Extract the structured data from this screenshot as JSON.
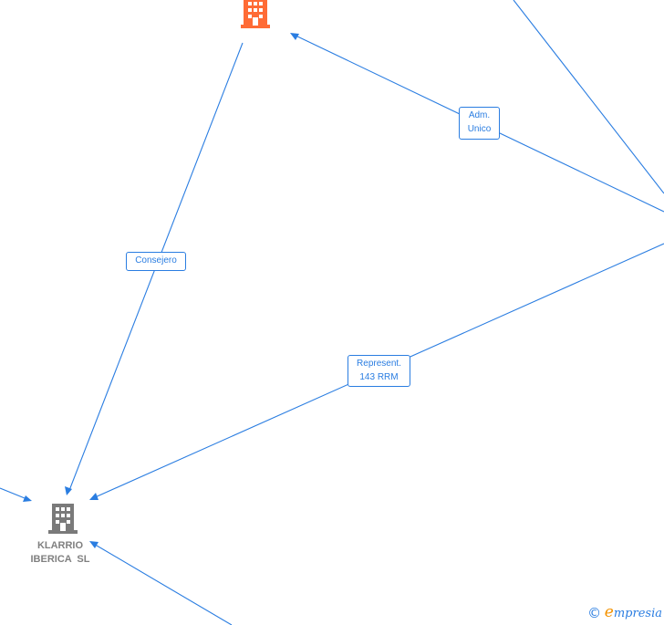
{
  "nodes": {
    "top_company": {
      "icon": "building-icon",
      "color": "#ff6b35",
      "label_lines": []
    },
    "klarrio": {
      "icon": "building-icon",
      "color": "#7a7a7a",
      "label_lines": [
        "KLARRIO",
        "IBERICA  SL"
      ]
    }
  },
  "edges": [
    {
      "label_lines": [
        "Consejero"
      ]
    },
    {
      "label_lines": [
        "Adm.",
        "Unico"
      ]
    },
    {
      "label_lines": [
        "Represent.",
        "143 RRM"
      ]
    }
  ],
  "colors": {
    "edge": "#2a7de1",
    "company_highlight": "#ff6b35",
    "company_default": "#7a7a7a",
    "brand_accent": "#f39200"
  },
  "watermark": {
    "copyright_symbol": "©",
    "brand_initial": "e",
    "brand_rest": "mpresia"
  }
}
